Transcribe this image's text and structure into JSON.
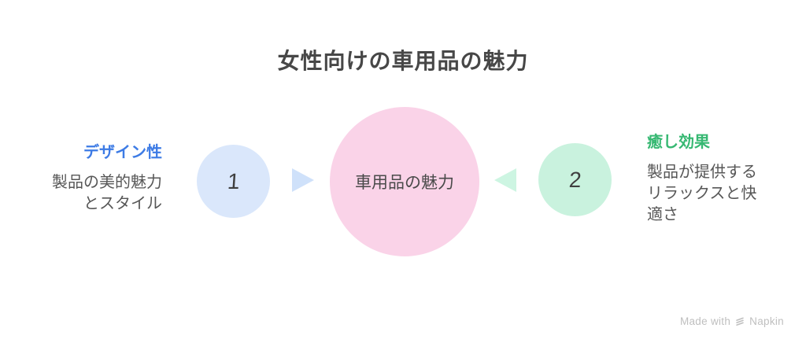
{
  "diagram": {
    "title": "女性向けの車用品の魅力",
    "center_node": {
      "label": "車用品の魅力",
      "fill": "#FAD3E8"
    },
    "factors": [
      {
        "number": "1",
        "heading": "デザイン性",
        "description": "製品の美的魅力\nとスタイル",
        "heading_color": "#3D7BE5",
        "circle_fill": "#DAE7FB",
        "arrow_fill": "#CFE1FA",
        "arrow_direction": "right"
      },
      {
        "number": "2",
        "heading": "癒し効果",
        "description": "製品が提供する\nリラックスと快\n適さ",
        "heading_color": "#36B872",
        "circle_fill": "#C9F2DE",
        "arrow_fill": "#CDF5E2",
        "arrow_direction": "left"
      }
    ],
    "text_colors": {
      "title": "#474747",
      "body": "#575757",
      "number": "#3F3F3F",
      "footer": "#BFBFBF"
    },
    "footer": {
      "made_with": "Made with",
      "brand": "Napkin"
    }
  }
}
